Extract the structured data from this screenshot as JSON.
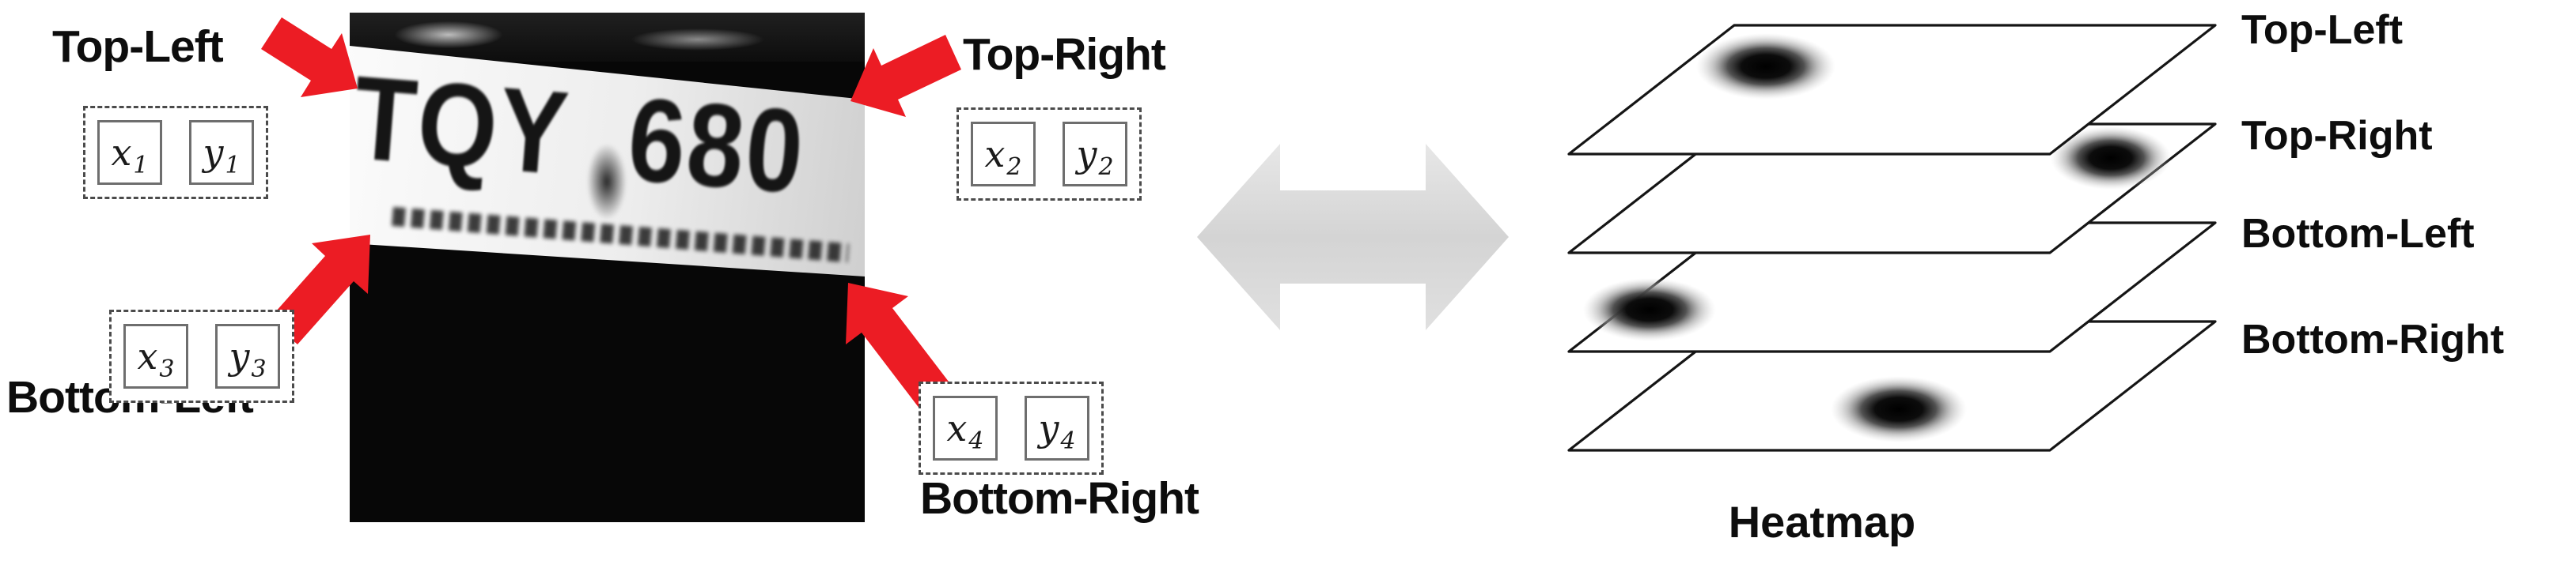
{
  "figure": {
    "plate_text": "TQY 680",
    "arrow_color": "#EC1C24",
    "corners": [
      {
        "id": "top-left",
        "label": "Top-Left",
        "x_var": "x",
        "y_var": "y",
        "sub": "1"
      },
      {
        "id": "top-right",
        "label": "Top-Right",
        "x_var": "x",
        "y_var": "y",
        "sub": "2"
      },
      {
        "id": "bottom-left",
        "label": "Bottom-Left",
        "x_var": "x",
        "y_var": "y",
        "sub": "3"
      },
      {
        "id": "bottom-right",
        "label": "Bottom-Right",
        "x_var": "x",
        "y_var": "y",
        "sub": "4"
      }
    ],
    "heatmap": {
      "layers": [
        "Top-Left",
        "Top-Right",
        "Bottom-Left",
        "Bottom-Right"
      ],
      "caption": "Heatmap"
    }
  }
}
